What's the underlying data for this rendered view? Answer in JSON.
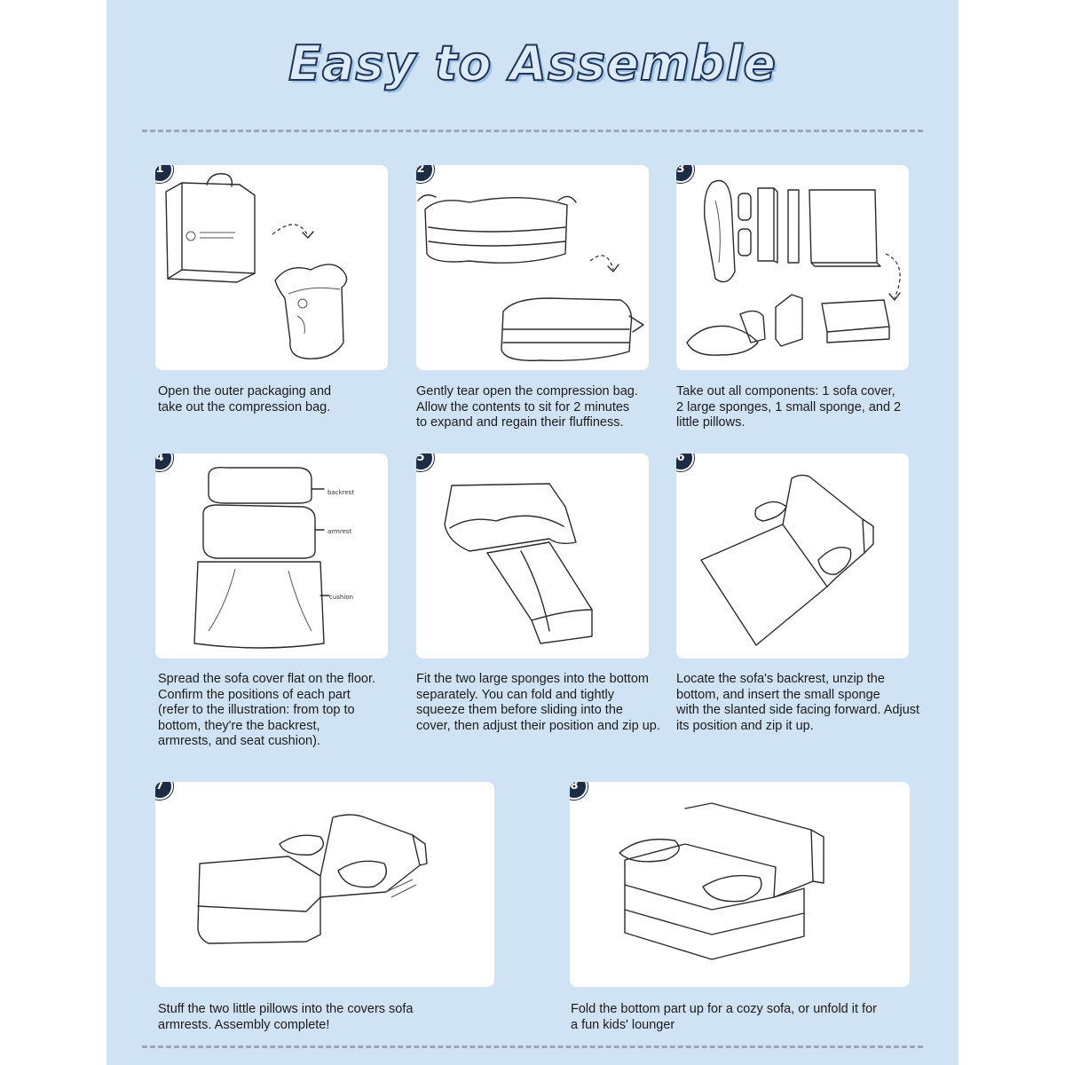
{
  "title": "Easy to Assemble",
  "steps": [
    {
      "number": "1",
      "caption": "Open the outer packaging and\ntake out the compression bag."
    },
    {
      "number": "2",
      "caption": "Gently tear open the compression bag.\nAllow the contents to sit for 2 minutes\nto expand and regain their fluffiness."
    },
    {
      "number": "3",
      "caption": "Take out all components: 1 sofa cover,\n2 large sponges, 1 small sponge, and 2\nlittle pillows."
    },
    {
      "number": "4",
      "caption": "Spread the sofa cover flat on the floor.\nConfirm the positions of each part\n (refer to the illustration: from top to\nbottom, they're the backrest,\narmrests, and seat cushion)."
    },
    {
      "number": "5",
      "caption": "Fit the two large sponges into the bottom\nseparately. You can fold and tightly\nsqueeze them before sliding into the\ncover, then adjust their position and zip up."
    },
    {
      "number": "6",
      "caption": "Locate the sofa's backrest, unzip the\nbottom, and insert the small sponge\nwith the slanted side facing forward. Adjust\nits position and zip it up."
    },
    {
      "number": "7",
      "caption": "Stuff the two little pillows into the covers sofa\narmrests. Assembly complete!"
    },
    {
      "number": "8",
      "caption": "Fold the bottom part up for a cozy sofa, or unfold it for\na fun kids' lounger"
    }
  ],
  "step4_labels": {
    "backrest": "backrest",
    "armrest": "armrest",
    "cushion": "cushion"
  }
}
